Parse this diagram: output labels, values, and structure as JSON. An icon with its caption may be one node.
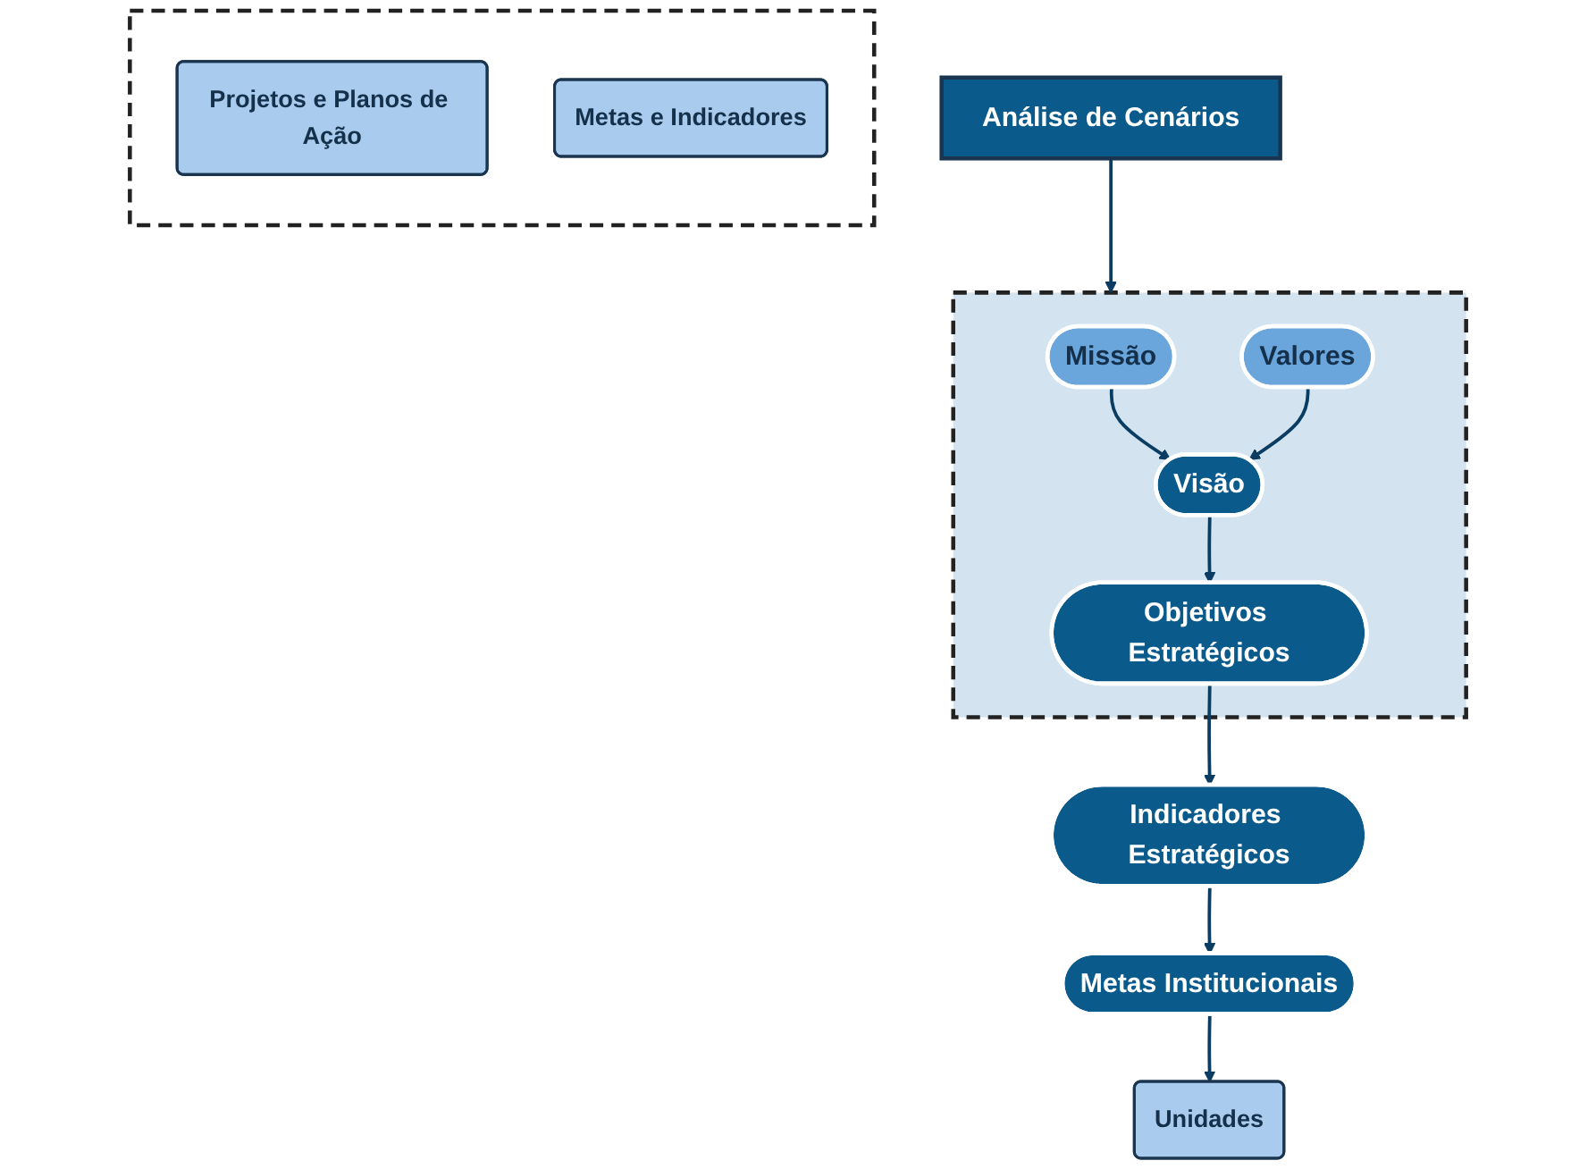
{
  "diagram": {
    "nodes": [
      {
        "text": [],
        "shape": "box"
      },
      {
        "text": [
          "Missão"
        ],
        "in": 0
      },
      {
        "text": [
          "Visão"
        ],
        "in": 0
      },
      {
        "text": [
          "Valores"
        ],
        "in": 0
      },
      {
        "text": [
          "Objetivos Estratégicos"
        ],
        "in": 0
      },
      {
        "text": [
          "Análise de Cenários"
        ]
      },
      {
        "text": [
          "Indicadores Estratégicos"
        ]
      },
      {
        "text": [
          "Metas Institucionais"
        ]
      },
      {
        "text": [
          "Unidades"
        ]
      },
      {
        "text": [],
        "shape": "box"
      },
      {
        "text": [
          "Projetos e Planos de Ação"
        ],
        "in": 9
      },
      {
        "text": [
          "Metas e Indicadores"
        ],
        "in": 9
      }
    ],
    "edges": [
      {
        "from": 1,
        "to": 2,
        "arrow": "to"
      },
      {
        "from": 3,
        "to": 2,
        "arrow": "to"
      },
      {
        "from": 2,
        "to": 4,
        "arrow": "to"
      },
      {
        "from": 5,
        "to": 0,
        "arrow": "to"
      },
      {
        "from": 4,
        "to": 6,
        "arrow": "to"
      },
      {
        "from": 6,
        "to": 7,
        "arrow": "to"
      },
      {
        "from": 7,
        "to": 8,
        "arrow": "to"
      }
    ]
  }
}
